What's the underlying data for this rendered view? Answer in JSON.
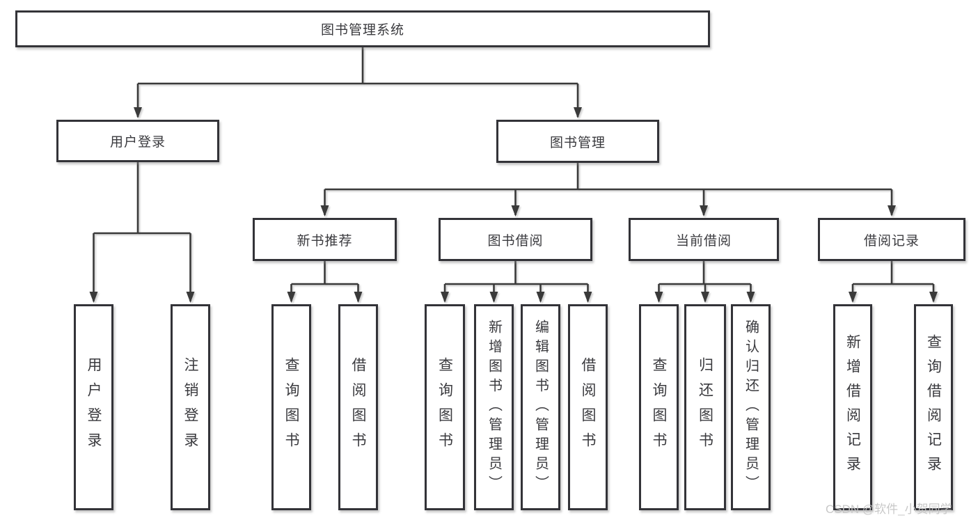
{
  "tree": {
    "root": "图书管理系统",
    "branches": [
      {
        "label": "用户登录",
        "leaves": [
          "用户登录",
          "注销登录"
        ]
      },
      {
        "label": "图书管理",
        "groups": [
          {
            "label": "新书推荐",
            "leaves": [
              "查询图书",
              "借阅图书"
            ]
          },
          {
            "label": "图书借阅",
            "leaves": [
              "查询图书",
              "新增图书（管理员）",
              "编辑图书（管理员）",
              "借阅图书"
            ]
          },
          {
            "label": "当前借阅",
            "leaves": [
              "查询图书",
              "归还图书",
              "确认归还（管理员）"
            ]
          },
          {
            "label": "借阅记录",
            "leaves": [
              "新增借阅记录",
              "查询借阅记录"
            ]
          }
        ]
      }
    ]
  },
  "watermark": {
    "text": "CSDN @软件_小贺同学"
  },
  "colors": {
    "line": "#3a3a3a",
    "box_border": "#333338",
    "text": "#3a3a3e",
    "watermark": "#c6c6c6",
    "background": "#ffffff"
  }
}
